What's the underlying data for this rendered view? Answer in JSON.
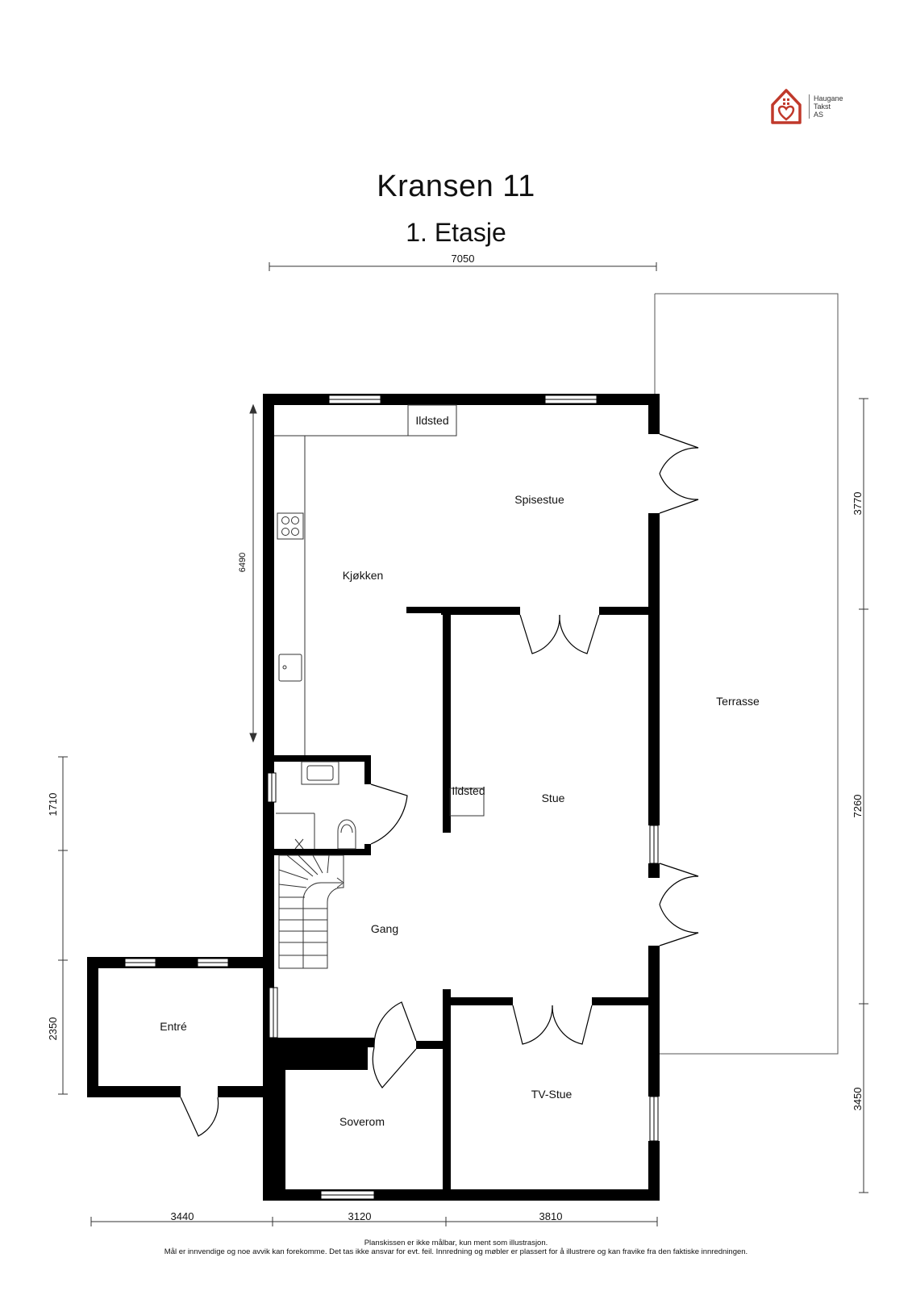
{
  "logo": {
    "icon": "house-heart-icon",
    "line1": "Haugane",
    "line2": "Takst",
    "line3": "AS",
    "color": "#c0392b"
  },
  "title": "Kransen 11",
  "subtitle": "1. Etasje",
  "rooms": {
    "ildsted_top": "Ildsted",
    "spisestue": "Spisestue",
    "kjokken": "Kjøkken",
    "terrasse": "Terrasse",
    "ildsted_stue": "Ildsted",
    "stue": "Stue",
    "gang": "Gang",
    "entre": "Entré",
    "tv_stue": "TV-Stue",
    "soverom": "Soverom"
  },
  "dimensions": {
    "top": "7050",
    "kitchen_vertical": "6490",
    "left_upper": "1710",
    "left_lower": "2350",
    "right_upper": "3770",
    "right_middle": "7260",
    "right_lower": "3450",
    "bottom_left": "3440",
    "bottom_middle": "3120",
    "bottom_right": "3810"
  },
  "footer": {
    "line1": "Planskissen er ikke målbar, kun ment som illustrasjon.",
    "line2": "Mål er innvendige og noe avvik kan forekomme. Det tas ikke ansvar for evt. feil. Innredning og møbler er plassert for å illustrere og kan fravike fra den faktiske innredningen."
  }
}
